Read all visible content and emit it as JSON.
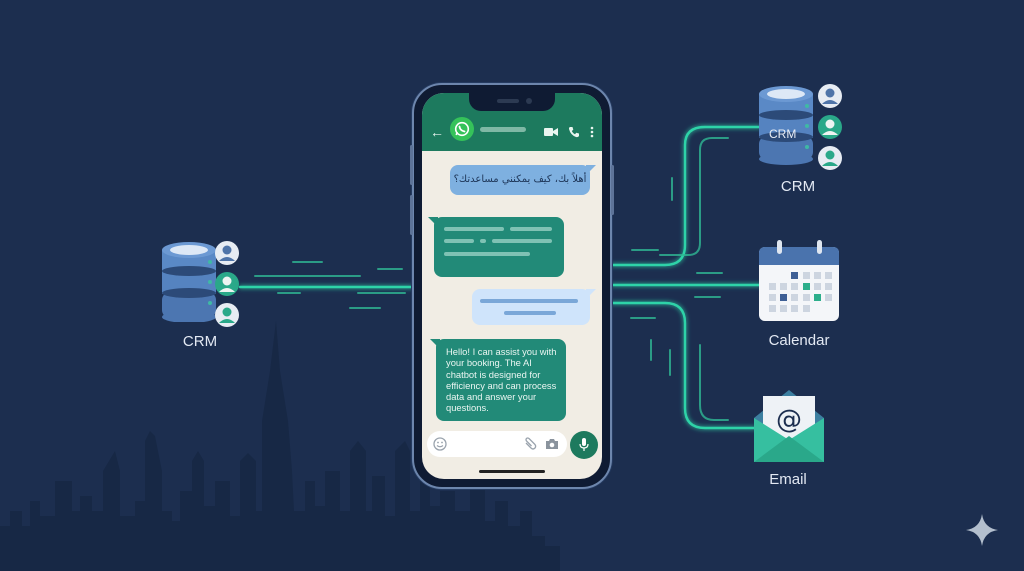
{
  "scene": {
    "background_color": "#1c2e4f",
    "accent_color": "#2fd3a8",
    "skyline_color": "#152440"
  },
  "phone": {
    "app": "WhatsApp",
    "header": {
      "back_icon": "arrow-left-icon",
      "logo_icon": "whatsapp-logo-icon",
      "contact_name_placeholder": "",
      "actions": [
        "video-call-icon",
        "phone-call-icon",
        "more-vertical-icon"
      ]
    },
    "messages": [
      {
        "side": "outgoing",
        "style": "blue",
        "text": "أهلاً بك، كيف يمكنني مساعدتك؟"
      },
      {
        "side": "incoming",
        "style": "teal",
        "text": "",
        "placeholder_lines": 3
      },
      {
        "side": "outgoing",
        "style": "light-blue",
        "text": "",
        "placeholder_lines": 2
      },
      {
        "side": "incoming",
        "style": "teal",
        "text": "Hello! I can assist you with your booking. The AI chatbot is designed for efficiency and can process data and answer your questions."
      }
    ],
    "input_bar": {
      "emoji_icon": "emoji-icon",
      "attach_icon": "paperclip-icon",
      "camera_icon": "camera-icon",
      "mic_icon": "microphone-icon"
    }
  },
  "left_node": {
    "label": "CRM",
    "icon": "database-icon",
    "users": 3
  },
  "right_nodes": [
    {
      "label": "CRM",
      "icon": "database-icon",
      "inner_text": "CRM",
      "users": 3
    },
    {
      "label": "Calendar",
      "icon": "calendar-icon"
    },
    {
      "label": "Email",
      "icon": "email-envelope-icon",
      "glyph": "@"
    }
  ],
  "watermark": {
    "icon": "sparkle-icon"
  }
}
